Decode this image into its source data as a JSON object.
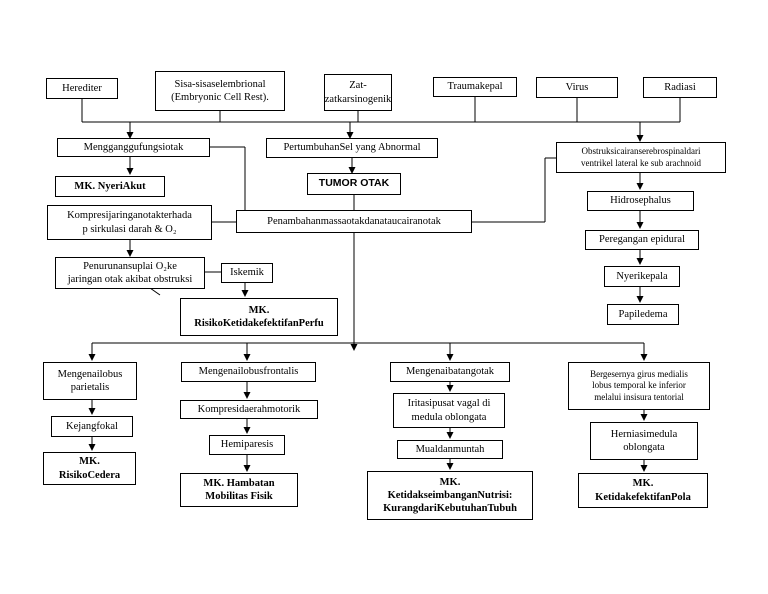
{
  "causes": {
    "herediter": "Herediter",
    "sisa_line1": "Sisa-sisaselembrional",
    "sisa_line2": "(Embryonic Cell Rest).",
    "zat_line1": "Zat-",
    "zat_line2": "zatkarsinogenik",
    "trauma": "Traumakepal",
    "virus": "Virus",
    "radiasi": "Radiasi"
  },
  "center": {
    "pertumbuhan": "PertumbuhanSel yang Abnormal",
    "tumor": "TUMOR OTAK",
    "penambahan": "Penambahanmassaotakdanataucairanotak"
  },
  "left": {
    "mengganggu": "Mengganggufungsiotak",
    "nyeri": "MK. NyeriAkut",
    "kompresi_line1": "Kompresijaringanotakterhada",
    "kompresi_line2": "p sirkulasi darah & O₂",
    "penurunan_line1": "Penurunansuplai O₂ke",
    "penurunan_line2": "jaringan otak akibat obstruksi",
    "iskemik": "Iskemik",
    "risiko_line1": "MK.",
    "risiko_line2": "RisikoKetidakefektifanPerfu"
  },
  "right": {
    "obstruksi_line1": "Obstruksicairanserebrospinaldari",
    "obstruksi_line2": "ventrikel lateral ke sub arachnoid",
    "hidro": "Hidrosephalus",
    "peregangan": "Peregangan epidural",
    "nyerikepala": "Nyerikepala",
    "papil": "Papiledema"
  },
  "bottom": {
    "parietal_line1": "Mengenailobus",
    "parietal_line2": "parietalis",
    "kejang": "Kejangfokal",
    "cedera_line1": "MK.",
    "cedera_line2": "RisikoCedera",
    "frontal": "Mengenailobusfrontalis",
    "kompresi_motorik": "Kompresidaerahmotorik",
    "hemiparesis": "Hemiparesis",
    "hambatan_line1": "MK. Hambatan",
    "hambatan_line2": "Mobilitas Fisik",
    "batang": "Mengenaibatangotak",
    "iritasi_line1": "Iritasipusat vagal di",
    "iritasi_line2": "medula oblongata",
    "mual": "Mualdanmuntah",
    "nutrisi_line1": "MK.",
    "nutrisi_line2": "KetidakseimbanganNutrisi:",
    "nutrisi_line3": "KurangdariKebutuhanTubuh",
    "bergesernya_line1": "Bergesernya girus medialis",
    "bergesernya_line2": "lobus temporal ke inferior",
    "bergesernya_line3": "melalui insisura tentorial",
    "herniasi_line1": "Herniasimedula",
    "herniasi_line2": "oblongata",
    "pola_line1": "MK.",
    "pola_line2": "KetidakefektifanPola"
  }
}
